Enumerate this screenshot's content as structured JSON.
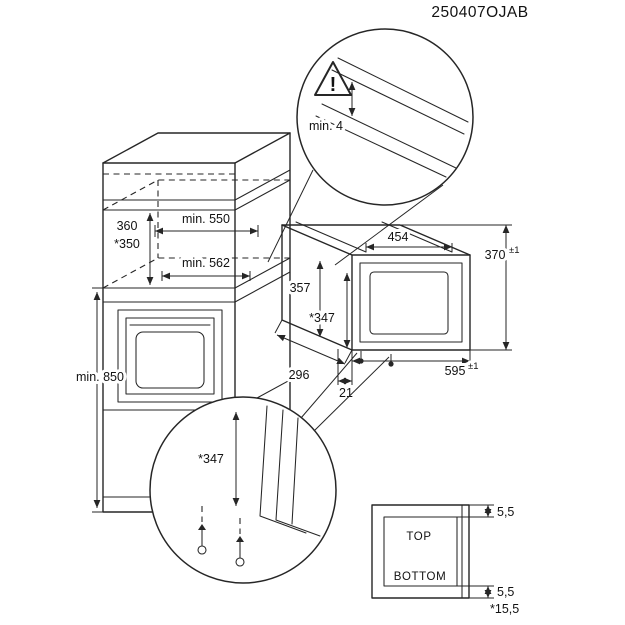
{
  "document": {
    "code": "250407OJAB"
  },
  "cabinet_dims": {
    "niche_width": "min. 550",
    "niche_depth": "min. 562",
    "niche_height": "360",
    "niche_height_alt": "*350",
    "install_height": "min. 850"
  },
  "appliance_dims": {
    "top_width": "454",
    "height": "370",
    "height_tol": "±1",
    "width": "595",
    "width_tol": "±1",
    "body_height": "357",
    "body_height_alt": "*347",
    "depth": "296",
    "front_offset": "21"
  },
  "top_detail": {
    "warning": "!",
    "clearance": "min. 4"
  },
  "bottom_detail": {
    "fixing_height": "*347"
  },
  "section_detail": {
    "top_label": "TOP",
    "bottom_label": "BOTTOM",
    "overlap_top": "5,5",
    "overlap_bottom": "5,5",
    "overlap_bottom_alt": "*15,5"
  }
}
